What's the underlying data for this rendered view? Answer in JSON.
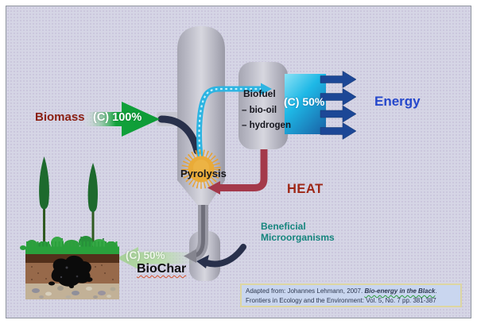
{
  "diagram": {
    "biomass_label": "Biomass",
    "biomass_carbon": "(C) 100%",
    "biofuel_title": "Biofuel",
    "biofuel_items": [
      "– bio-oil",
      "– hydrogen"
    ],
    "energy_carbon": "(C) 50%",
    "energy_label": "Energy",
    "pyrolysis_label": "Pyrolysis",
    "heat_label": "HEAT",
    "beneficial_line1": "Beneficial",
    "beneficial_line2": "Microorganisms",
    "biochar_carbon": "(C) 50%",
    "biochar_label": "BioChar"
  },
  "attribution": {
    "prefix": "Adapted from: Johannes Lehmann, 2007. ",
    "title": "Bio-energy in the Black",
    "suffix": ".",
    "line2": "Frontiers in Ecology and the Environment: Vol. 5, No. 7 pp. 381-387"
  },
  "colors": {
    "background": "#d5d5e5",
    "biomass_text": "#8a1f10",
    "arrow_green": "#0fa03c",
    "energy_text_blue": "#2547cb",
    "energy_arrow_navy": "#1c4796",
    "pipe_navy": "#28304b",
    "pipe_cyan": "#2cb4e2",
    "pipe_red": "#a4394a",
    "heat_text": "#9e2716",
    "microorganisms_teal": "#15857d",
    "starburst_orange": "#e9ab38",
    "biochar_arrow_green": "#b9dcab",
    "vessel_gray": "#c9c9d3",
    "soil_brown": "#97694a",
    "char_black": "#0b0b0b"
  }
}
